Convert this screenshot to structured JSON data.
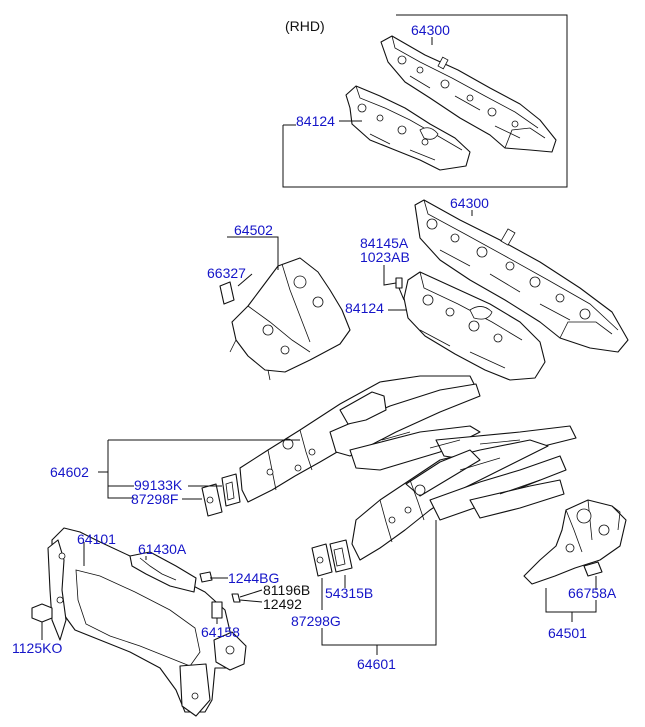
{
  "variant_label": "(RHD)",
  "colors": {
    "part_number": "#1515c8",
    "line": "#111111",
    "background": "#ffffff"
  },
  "labels": {
    "p64300_rhd": "64300",
    "p84124_rhd": "84124",
    "p64300": "64300",
    "p84145A": "84145A",
    "p1023AB": "1023AB",
    "p84124": "84124",
    "p64502": "64502",
    "p66327": "66327",
    "p64602": "64602",
    "p99133K": "99133K",
    "p87298F": "87298F",
    "p64101": "64101",
    "p61430A": "61430A",
    "p1244BG": "1244BG",
    "p81196B": "81196B",
    "p12492": "12492",
    "p64158": "64158",
    "p1125KO": "1125KO",
    "p54315B": "54315B",
    "p87298G": "87298G",
    "p64601": "64601",
    "p66758A": "66758A",
    "p64501": "64501"
  }
}
